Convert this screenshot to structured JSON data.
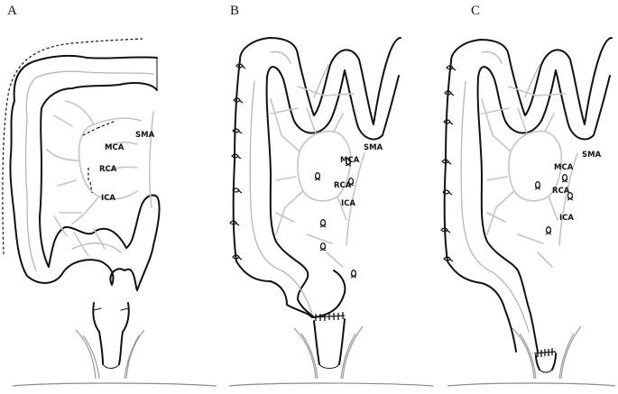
{
  "panels": [
    {
      "letter": "A",
      "labels": {
        "sma": "SMA",
        "mca": "MCA",
        "rca": "RCA",
        "ica": "ICA"
      }
    },
    {
      "letter": "B",
      "labels": {
        "sma": "SMA",
        "mca": "MCA",
        "rca": "RCA",
        "ica": "ICA"
      }
    },
    {
      "letter": "C",
      "labels": {
        "sma": "SMA",
        "mca": "MCA",
        "rca": "RCA",
        "ica": "ICA"
      }
    }
  ]
}
